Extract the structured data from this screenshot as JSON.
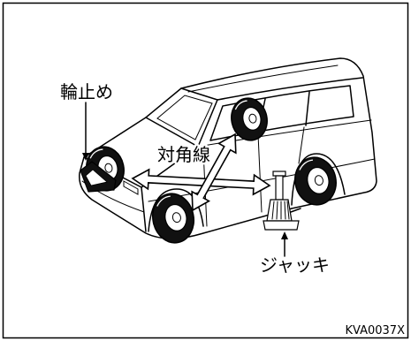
{
  "labels": {
    "wheel_chock": "輪止め",
    "diagonal": "対角線",
    "jack": "ジャッキ"
  },
  "figure_code": "KVA0037X",
  "colors": {
    "line": "#000000",
    "background": "#ffffff"
  }
}
